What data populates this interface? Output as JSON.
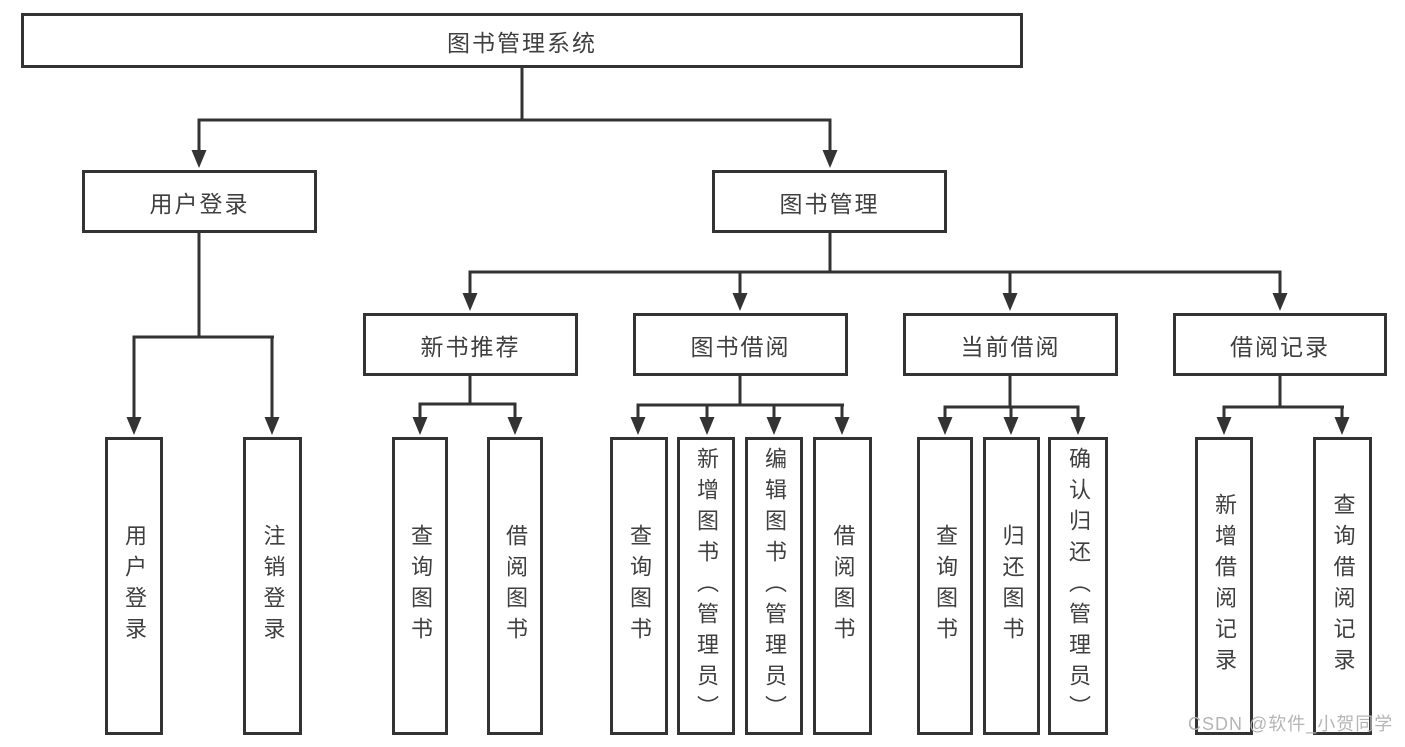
{
  "tree": {
    "label": "图书管理系统",
    "children": [
      {
        "label": "用户登录",
        "children": [
          {
            "label": "用户登录"
          },
          {
            "label": "注销登录"
          }
        ]
      },
      {
        "label": "图书管理",
        "children": [
          {
            "label": "新书推荐",
            "children": [
              {
                "label": "查询图书"
              },
              {
                "label": "借阅图书"
              }
            ]
          },
          {
            "label": "图书借阅",
            "children": [
              {
                "label": "查询图书"
              },
              {
                "label": "新增图书（管理员）"
              },
              {
                "label": "编辑图书（管理员）"
              },
              {
                "label": "借阅图书"
              }
            ]
          },
          {
            "label": "当前借阅",
            "children": [
              {
                "label": "查询图书"
              },
              {
                "label": "归还图书"
              },
              {
                "label": "确认归还（管理员）"
              }
            ]
          },
          {
            "label": "借阅记录",
            "children": [
              {
                "label": "新增借阅记录"
              },
              {
                "label": "查询借阅记录"
              }
            ]
          }
        ]
      }
    ]
  },
  "watermark": {
    "text": "CSDN @软件_小贺同学"
  },
  "colors": {
    "line": "#333333",
    "box_border": "#333333",
    "text": "#3f3f3f",
    "watermark": "#b5b5b5",
    "background": "#ffffff"
  }
}
